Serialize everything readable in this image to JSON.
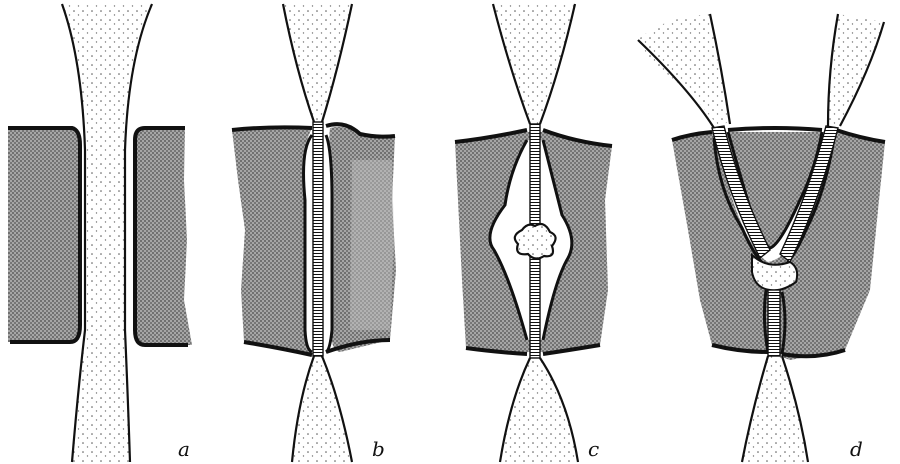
{
  "figure": {
    "panels": [
      {
        "id": "a",
        "label": "a"
      },
      {
        "id": "b",
        "label": "b"
      },
      {
        "id": "c",
        "label": "c"
      },
      {
        "id": "d",
        "label": "d"
      }
    ]
  },
  "colors": {
    "ink": "#111111",
    "tissue_fill": "#9b9b9b",
    "stream_fill": "#f3f3f3",
    "background": "#ffffff"
  }
}
